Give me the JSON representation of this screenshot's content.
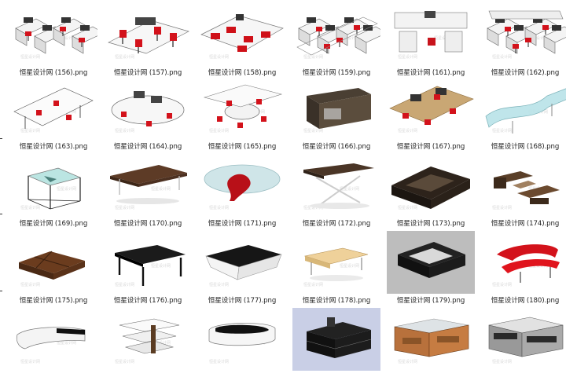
{
  "window": {
    "columns": 6,
    "rows": 5
  },
  "files": [
    {
      "name": "恒星设计网 (156).png",
      "icon": "office-workstation-cluster-thumb"
    },
    {
      "name": "恒星设计网 (157).png",
      "icon": "office-desk-red-chairs-thumb"
    },
    {
      "name": "恒星设计网 (158).png",
      "icon": "office-desk-red-chairs-thumb"
    },
    {
      "name": "恒星设计网 (159).png",
      "icon": "office-workstation-row-thumb"
    },
    {
      "name": "恒星设计网 (161).png",
      "icon": "office-desk-cabinets-thumb"
    },
    {
      "name": "恒星设计网 (162).png",
      "icon": "office-cubicles-thumb"
    },
    {
      "name": "恒星设计网 (163).png",
      "icon": "office-workstation-sketch-thumb"
    },
    {
      "name": "恒星设计网 (164).png",
      "icon": "office-curved-desk-thumb"
    },
    {
      "name": "恒星设计网 (165).png",
      "icon": "office-round-table-thumb"
    },
    {
      "name": "恒星设计网 (166).png",
      "icon": "dark-wood-desk-thumb"
    },
    {
      "name": "恒星设计网 (167).png",
      "icon": "wood-workstation-thumb"
    },
    {
      "name": "恒星设计网 (168).png",
      "icon": "glass-curved-desk-thumb"
    },
    {
      "name": "恒星设计网 (169).png",
      "icon": "glass-cube-table-thumb"
    },
    {
      "name": "恒星设计网 (170).png",
      "icon": "wood-bench-table-thumb"
    },
    {
      "name": "恒星设计网 (171).png",
      "icon": "round-glass-table-thumb"
    },
    {
      "name": "恒星设计网 (172).png",
      "icon": "x-leg-console-thumb"
    },
    {
      "name": "恒星设计网 (173).png",
      "icon": "dark-square-table-thumb"
    },
    {
      "name": "恒星设计网 (174).png",
      "icon": "nesting-tables-thumb"
    },
    {
      "name": "恒星设计网 (175).png",
      "icon": "square-wood-table-thumb"
    },
    {
      "name": "恒星设计网 (176).png",
      "icon": "black-turned-leg-table-thumb"
    },
    {
      "name": "恒星设计网 (177).png",
      "icon": "black-white-coffee-table-thumb"
    },
    {
      "name": "恒星设计网 (178).png",
      "icon": "light-wood-bench-thumb"
    },
    {
      "name": "恒星设计网 (179).png",
      "icon": "black-square-table-thumb"
    },
    {
      "name": "恒星设计网 (180).png",
      "icon": "red-curved-table-thumb"
    },
    {
      "name": "",
      "icon": "white-curved-table-thumb"
    },
    {
      "name": "",
      "icon": "layered-coffee-table-thumb"
    },
    {
      "name": "",
      "icon": "white-oval-table-thumb"
    },
    {
      "name": "",
      "icon": "black-shelf-table-thumb"
    },
    {
      "name": "",
      "icon": "wood-glass-cabinet-table-thumb"
    },
    {
      "name": "",
      "icon": "steel-drawer-table-thumb"
    }
  ]
}
